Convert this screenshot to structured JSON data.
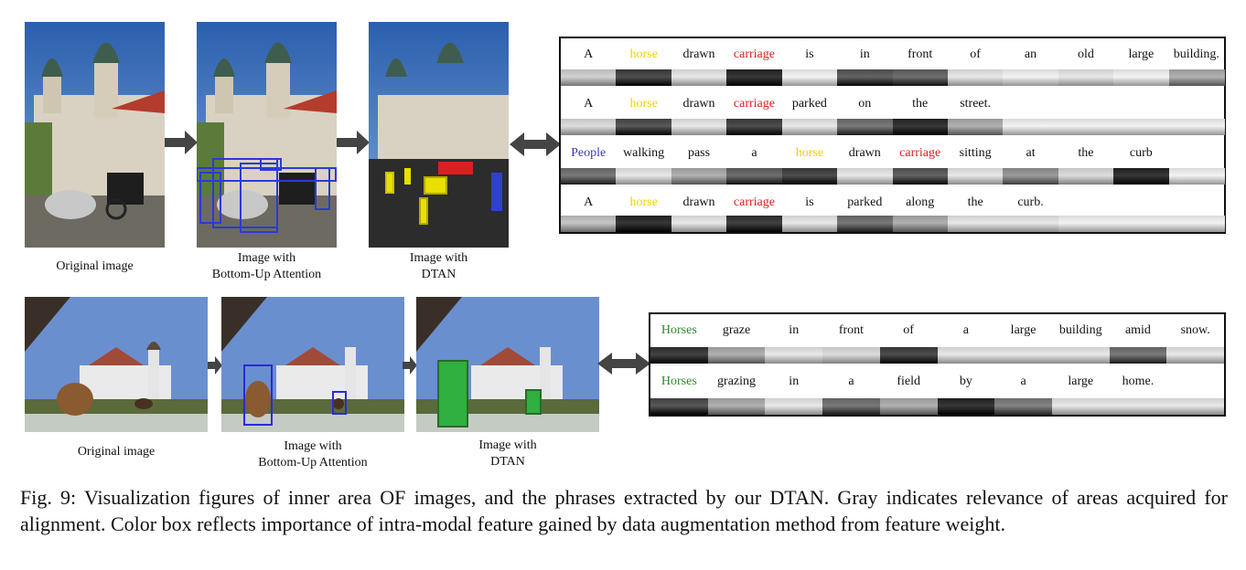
{
  "top": {
    "captions": {
      "original": "Original image",
      "bottom_up": [
        "Image with",
        "Bottom-Up Attention"
      ],
      "dtan": [
        "Image with",
        "DTAN"
      ]
    },
    "sentences": [
      {
        "words": [
          "A",
          "horse",
          "drawn",
          "carriage",
          "is",
          "in",
          "front",
          "of",
          "an",
          "old",
          "large",
          "building."
        ],
        "colors": [
          "#111",
          "#f2d000",
          "#111",
          "#e02020",
          "#111",
          "#111",
          "#111",
          "#111",
          "#111",
          "#111",
          "#111",
          "#111"
        ],
        "shades": [
          0.75,
          0.15,
          0.85,
          0.05,
          0.9,
          0.25,
          0.3,
          0.85,
          0.9,
          0.85,
          0.9,
          0.6
        ]
      },
      {
        "words": [
          "A",
          "horse",
          "drawn",
          "carriage",
          "parked",
          "on",
          "the",
          "street."
        ],
        "colors": [
          "#111",
          "#f2d000",
          "#111",
          "#e02020",
          "#111",
          "#111",
          "#111",
          "#111"
        ],
        "shades": [
          0.8,
          0.2,
          0.85,
          0.15,
          0.85,
          0.35,
          0.05,
          0.6,
          0.9,
          0.9,
          0.9,
          0.9
        ]
      },
      {
        "words": [
          "People",
          "walking",
          "pass",
          "a",
          "horse",
          "drawn",
          "carriage",
          "sitting",
          "at",
          "the",
          "curb"
        ],
        "colors": [
          "#3a3ab0",
          "#111",
          "#111",
          "#111",
          "#f2d000",
          "#111",
          "#e02020",
          "#111",
          "#111",
          "#111",
          "#111"
        ],
        "shades": [
          0.35,
          0.85,
          0.6,
          0.3,
          0.15,
          0.85,
          0.25,
          0.85,
          0.5,
          0.8,
          0.05,
          0.9
        ]
      },
      {
        "words": [
          "A",
          "horse",
          "drawn",
          "carriage",
          "is",
          "parked",
          "along",
          "the",
          "curb."
        ],
        "colors": [
          "#111",
          "#f2d000",
          "#111",
          "#e02020",
          "#111",
          "#111",
          "#111",
          "#111",
          "#111"
        ],
        "shades": [
          0.7,
          0.05,
          0.85,
          0.1,
          0.85,
          0.35,
          0.6,
          0.85,
          0.85,
          0.9,
          0.9,
          0.9
        ]
      }
    ]
  },
  "bottom": {
    "captions": {
      "original": "Original image",
      "bottom_up": [
        "Image with",
        "Bottom-Up Attention"
      ],
      "dtan": [
        "Image with",
        "DTAN"
      ]
    },
    "sentences": [
      {
        "words": [
          "Horses",
          "graze",
          "in",
          "front",
          "of",
          "a",
          "large",
          "building",
          "amid",
          "snow."
        ],
        "colors": [
          "#2a8a2a",
          "#111",
          "#111",
          "#111",
          "#111",
          "#111",
          "#111",
          "#111",
          "#111",
          "#111"
        ],
        "shades": [
          0.1,
          0.6,
          0.85,
          0.8,
          0.15,
          0.85,
          0.85,
          0.85,
          0.35,
          0.85
        ]
      },
      {
        "words": [
          "Horses",
          "grazing",
          "in",
          "a",
          "field",
          "by",
          "a",
          "large",
          "home."
        ],
        "colors": [
          "#2a8a2a",
          "#111",
          "#111",
          "#111",
          "#111",
          "#111",
          "#111",
          "#111",
          "#111"
        ],
        "shades": [
          0.2,
          0.6,
          0.85,
          0.35,
          0.6,
          0.05,
          0.4,
          0.85,
          0.85,
          0.85
        ]
      }
    ]
  },
  "figure_caption": "Fig. 9: Visualization figures of inner area OF images, and the phrases extracted by our DTAN. Gray indicates relevance of areas acquired for alignment. Color box reflects importance of intra-modal feature gained by data augmentation method from feature weight."
}
